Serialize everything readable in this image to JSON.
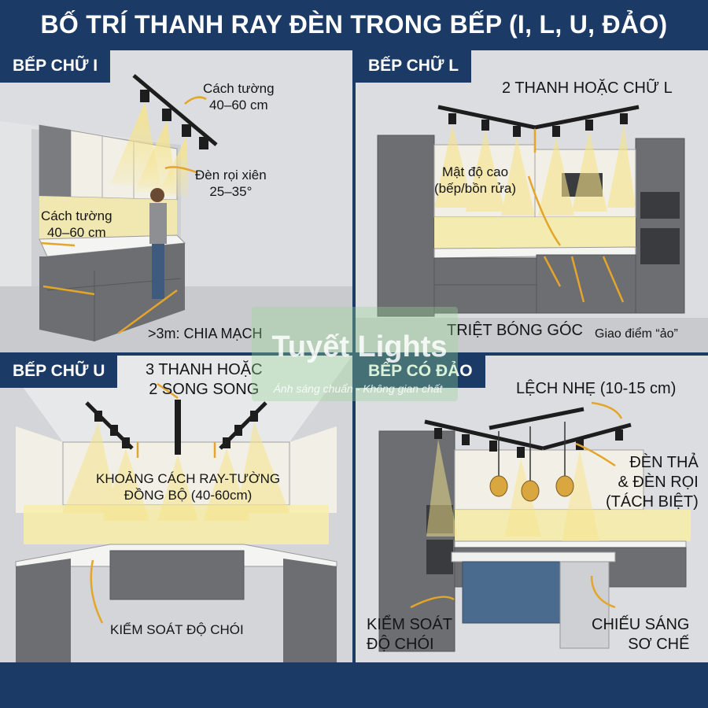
{
  "title": "BỐ TRÍ THANH RAY ĐÈN TRONG BẾP (I, L, U, ĐẢO)",
  "colors": {
    "navy": "#1b3a66",
    "light": "#f6e48a",
    "arrow": "#e3a52a",
    "cabinet": "#6c6e72",
    "island": "#4a6a8e"
  },
  "panels": {
    "i": {
      "tag": "BẾP CHỮ I",
      "wall_distance_top": "Cách tường\n40–60 cm",
      "tilt": "Đèn rọi xiên\n25–35°",
      "wall_distance_left": "Cách tường\n40–60 cm",
      "circuit": ">3m: CHIA MẠCH"
    },
    "l": {
      "tag": "BẾP CHỮ L",
      "rails": "2 THANH HOẶC CHỮ L",
      "density": "Mật độ cao\n(bếp/bồn rửa)",
      "corner": "TRIỆT BÓNG GÓC",
      "virtual": "Giao điểm “ảo”"
    },
    "u": {
      "tag": "BẾP CHỮ U",
      "rails": "3 THANH HOẶC\n2 SONG SONG",
      "sync": "KHOẢNG CÁCH RAY-TƯỜNG\nĐỒNG BỘ (40-60cm)",
      "glare": "KIỂM SOÁT ĐỘ CHÓI"
    },
    "island": {
      "tag": "BẾP CÓ ĐẢO",
      "offset": "LỆCH NHẸ (10-15 cm)",
      "pendant": "ĐÈN THẢ\n& ĐÈN RỌI\n(TÁCH BIỆT)",
      "glare": "KIỂM SOÁT\nĐỘ CHÓI",
      "bar": "CHIẾU SÁNG\nSƠ CHẾ"
    }
  },
  "watermark": {
    "brand": "Tuyết Lights",
    "tagline": "Ánh sáng chuẩn - Không gian chất"
  }
}
